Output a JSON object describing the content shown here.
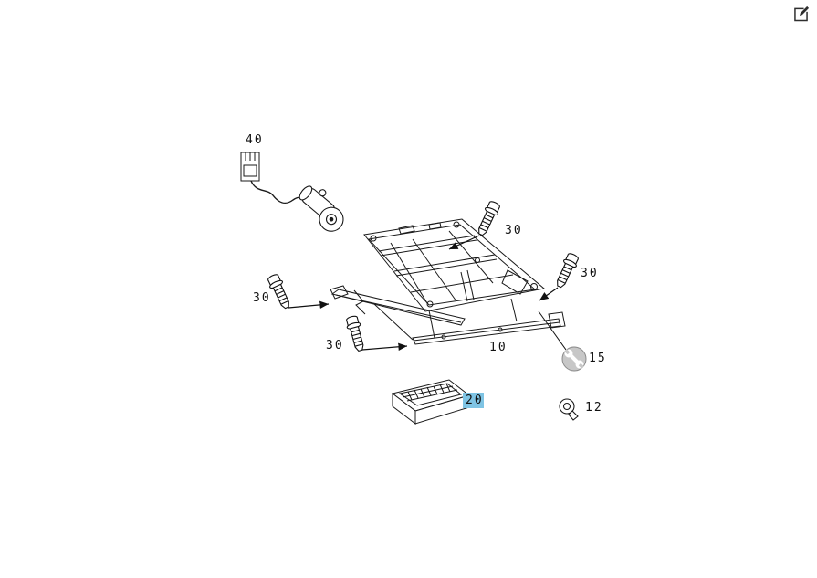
{
  "page": {
    "background": "#ffffff"
  },
  "header": {
    "edit_icon": "edit-compose-icon"
  },
  "diagram": {
    "highlight_color": "#7fc4e4",
    "callouts": {
      "connector_motor": "40",
      "bolt_top": "30",
      "bolt_right": "30",
      "bolt_left": "30",
      "bolt_bottom": "30",
      "frame": "10",
      "wrench_tool": "15",
      "control_module": "20",
      "fastener": "12"
    },
    "icons": {
      "tool": "wrench-icon",
      "header_action": "edit-compose-icon"
    }
  }
}
